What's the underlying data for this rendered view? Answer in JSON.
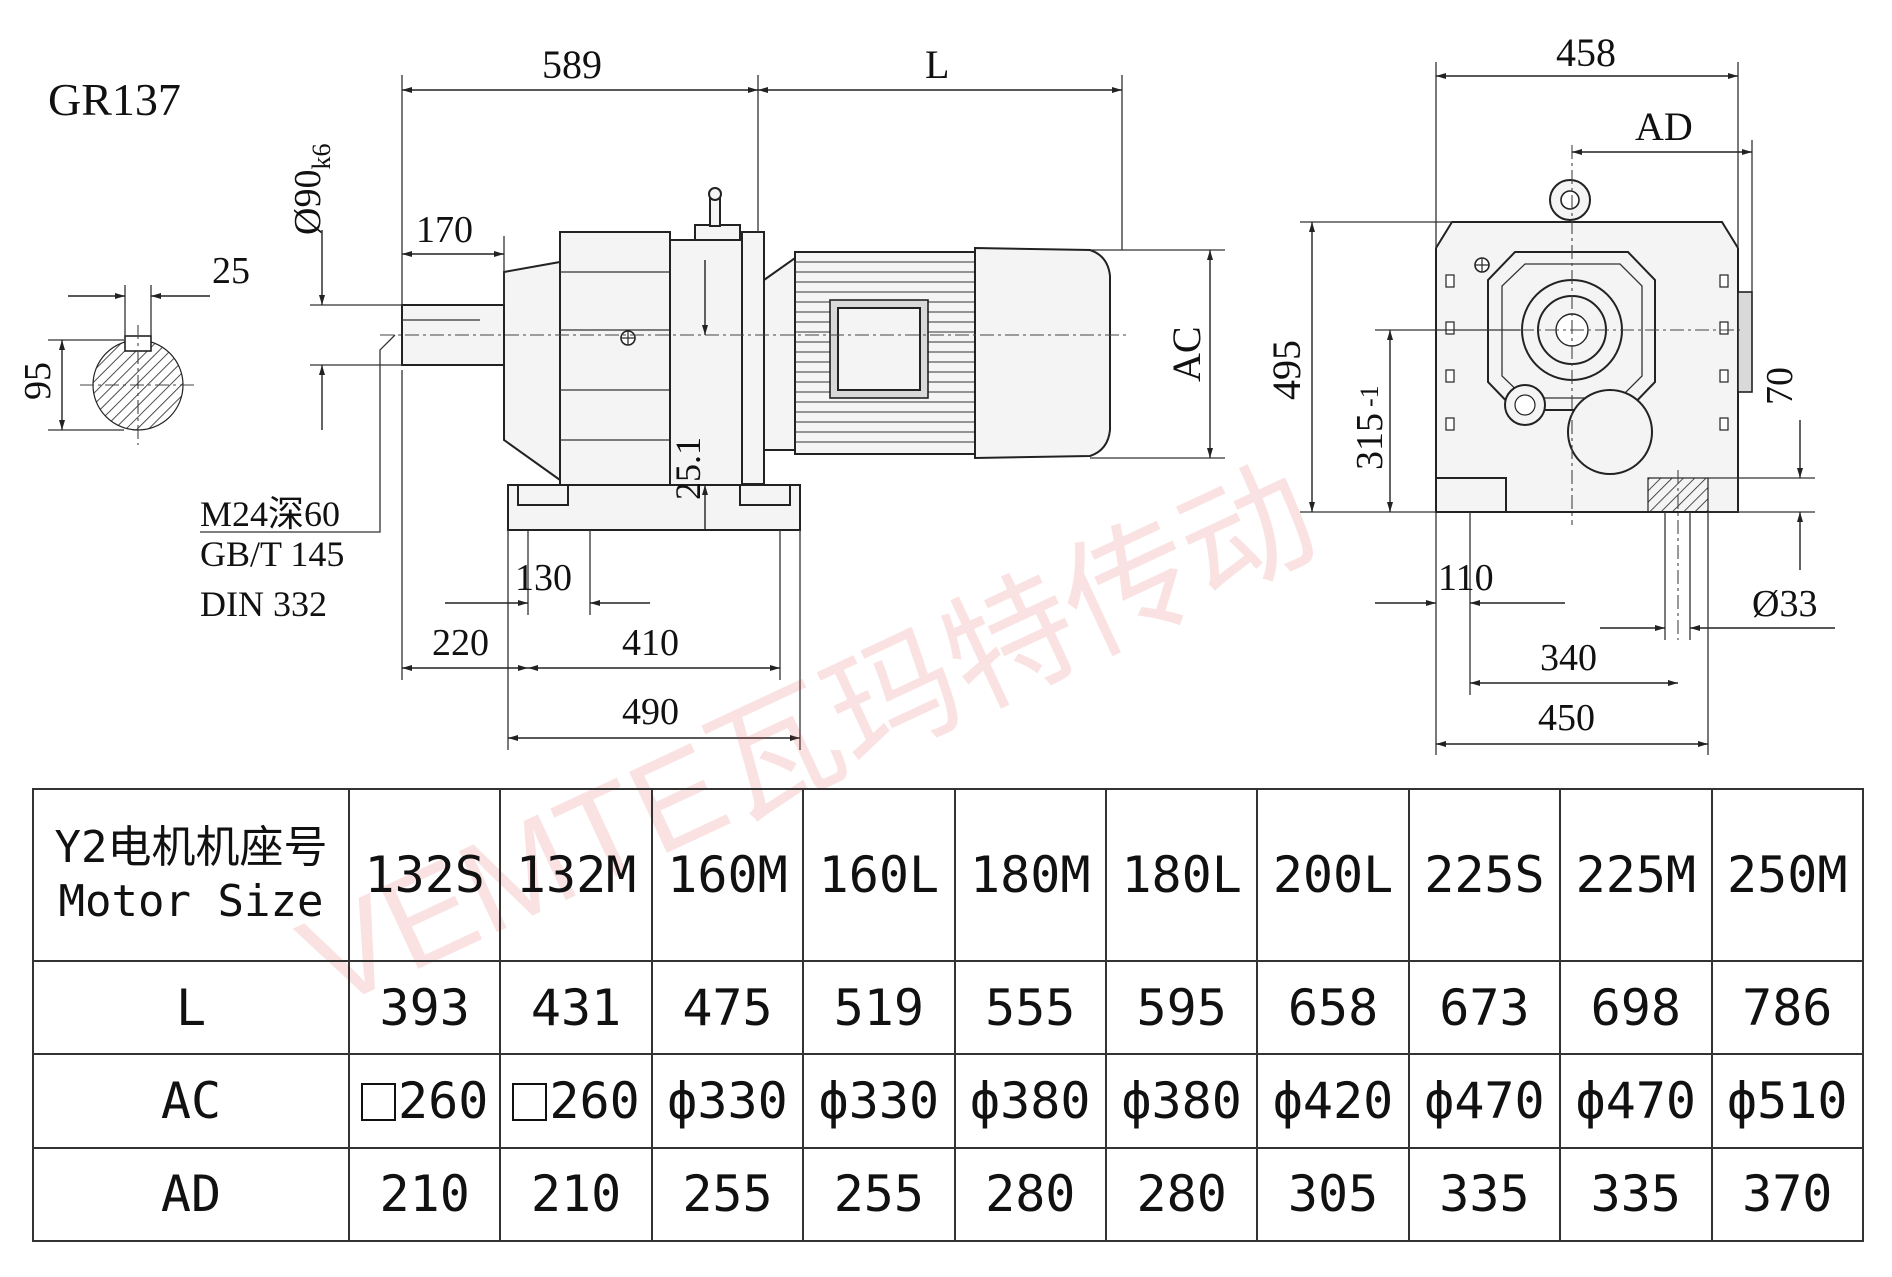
{
  "drawing": {
    "model": "GR137",
    "shaft_section": {
      "keyway_width": "25",
      "height": "95"
    },
    "side_view": {
      "shaft_diameter": "Ø90",
      "shaft_tolerance": "k6",
      "shaft_length": "170",
      "gear_length": "589",
      "motor_length": "L",
      "motor_height": "AC",
      "axis_height_offset": "25.1",
      "thread_note": [
        "M24深60",
        "GB/T 145",
        "DIN 332"
      ],
      "foot_slot": "130",
      "shaft_to_foot": "220",
      "foot_hole_span": "410",
      "foot_length": "490"
    },
    "end_view": {
      "overall_width": "458",
      "terminal_box": "AD",
      "overall_height": "495",
      "shaft_height": "315",
      "shaft_height_tolerance": "-1",
      "foot_thickness": "70",
      "foot_edge": "110",
      "bolt_hole": "Ø33",
      "foot_hole_span": "340",
      "foot_width": "450"
    },
    "watermark": "VEMTE瓦玛特传动"
  },
  "table": {
    "header_label_cn": "Y2电机机座号",
    "header_label_en": "Motor Size",
    "sizes": [
      "132S",
      "132M",
      "160M",
      "160L",
      "180M",
      "180L",
      "200L",
      "225S",
      "225M",
      "250M"
    ],
    "rows": [
      {
        "label": "L",
        "values": [
          "393",
          "431",
          "475",
          "519",
          "555",
          "595",
          "658",
          "673",
          "698",
          "786"
        ]
      },
      {
        "label": "AC",
        "values": [
          "260",
          "260",
          "ф330",
          "ф330",
          "ф380",
          "ф380",
          "ф420",
          "ф470",
          "ф470",
          "ф510"
        ]
      },
      {
        "label": "AD",
        "values": [
          "210",
          "210",
          "255",
          "255",
          "280",
          "280",
          "305",
          "335",
          "335",
          "370"
        ]
      }
    ]
  }
}
